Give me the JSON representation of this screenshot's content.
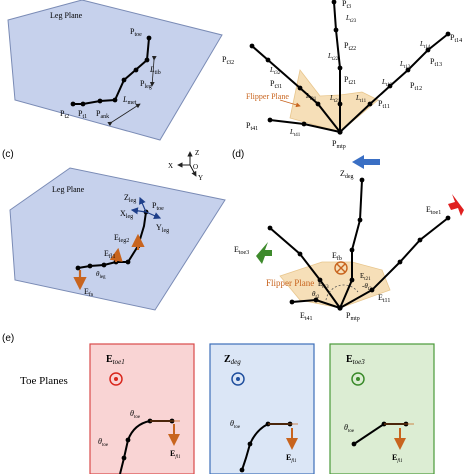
{
  "panel_a": {
    "plane_label": "Leg Plane",
    "points": {
      "p_toe": "P",
      "p_toe_sub": "toe",
      "p_ank": "P",
      "p_ank_sub": "ank",
      "p_t2": "P",
      "p_t2_sub": "t2",
      "p_t1": "P",
      "p_t1_sub": "t1",
      "p_leg": "P",
      "p_leg_sub": "leg"
    },
    "lengths": {
      "l_tib": "L",
      "l_tib_sub": "tib",
      "l_met": "L",
      "l_met_sub": "met"
    }
  },
  "panel_b": {
    "flipper_plane": "Flipper Plane",
    "points": {
      "t3": "P",
      "t3_sub": "t3",
      "t14": "P",
      "t14_sub": "t14",
      "t13": "P",
      "t13_sub": "t13",
      "t22": "P",
      "t22_sub": "t22",
      "t12": "P",
      "t12_sub": "t12",
      "t21": "P",
      "t21_sub": "t21",
      "t32": "P",
      "t32_sub": "t32",
      "t31": "P",
      "t31_sub": "t31",
      "t11": "P",
      "t11_sub": "t11",
      "t41": "P",
      "t41_sub": "t41",
      "mtp": "P",
      "mtp_sub": "mtp"
    },
    "lengths": {
      "l23": "L",
      "l23_sub": "t23",
      "l22": "L",
      "l22_sub": "t22",
      "l21": "L",
      "l21_sub": "t21",
      "l14": "L",
      "l14_sub": "t14",
      "l13": "L",
      "l13_sub": "t13",
      "l12": "L",
      "l12_sub": "t12",
      "l11": "L",
      "l11_sub": "t11",
      "l32": "L",
      "l32_sub": "t32",
      "l31": "L",
      "l31_sub": "t31",
      "l41": "L",
      "l41_sub": "t41"
    }
  },
  "panel_c": {
    "letter": "(c)",
    "plane_label": "Leg Plane",
    "axes": {
      "z": "Z",
      "x": "X",
      "o": "O",
      "y": "Y"
    },
    "labels": {
      "z_leg": "Z",
      "z_leg_sub": "leg",
      "x_leg": "X",
      "x_leg_sub": "leg",
      "y_leg": "Y",
      "y_leg_sub": "leg",
      "p_toe": "P",
      "p_toe_sub": "toe",
      "e_leg2": "E",
      "e_leg2_sub": "leg2",
      "e_fl1": "E",
      "e_fl1_sub": "fl1",
      "theta": "θ",
      "theta_sub": "leg",
      "e_fs": "E",
      "e_fs_sub": "fs"
    }
  },
  "panel_d": {
    "letter": "(d)",
    "flipper_plane": "Flipper Plane",
    "labels": {
      "z_deg": "Z",
      "z_deg_sub": "deg",
      "e_toe1": "E",
      "e_toe1_sub": "toe1",
      "e_toe3": "E",
      "e_toe3_sub": "toe3",
      "e_fb": "E",
      "e_fb_sub": "fb",
      "e_t13": "E",
      "e_t13_sub": "t13",
      "e_t21": "E",
      "e_t21_sub": "t21",
      "theta_t2": "θ",
      "theta_t2_sub": "t2",
      "theta_t12": "θ",
      "theta_t12_sub": "t12",
      "theta_t12b": "-θ",
      "theta_t12b_sub": "t2",
      "e_t11": "E",
      "e_t11_sub": "t11",
      "e_t41": "E",
      "e_t41_sub": "t41",
      "p_mtp": "P",
      "p_mtp_sub": "mtp"
    }
  },
  "panel_e": {
    "letter": "(e)",
    "title": "Toe Planes",
    "boxes": [
      {
        "head": "E",
        "head_sub": "toe1",
        "fill": "#f9d4d4",
        "stroke": "#d94a4a",
        "marker": "#d9261c"
      },
      {
        "head": "Z",
        "head_sub": "deg",
        "fill": "#dbe6f6",
        "stroke": "#3c6fb9",
        "marker": "#1f4f9e"
      },
      {
        "head": "E",
        "head_sub": "toe3",
        "fill": "#dcedd3",
        "stroke": "#4a9a3a",
        "marker": "#3a8a2a"
      }
    ],
    "theta": "θ",
    "theta_sub": "toe",
    "e_fl": "E",
    "e_fl_sub": "fl1"
  },
  "colors": {
    "plane": "#c6d1ec",
    "plane_edge": "#7a8bb5",
    "flipper": "#f6dfb8",
    "arrow_orange": "#c8641e",
    "arrow_blue": "#3a6fc4",
    "arrow_red": "#e02020",
    "arrow_green": "#3e8a2c"
  }
}
